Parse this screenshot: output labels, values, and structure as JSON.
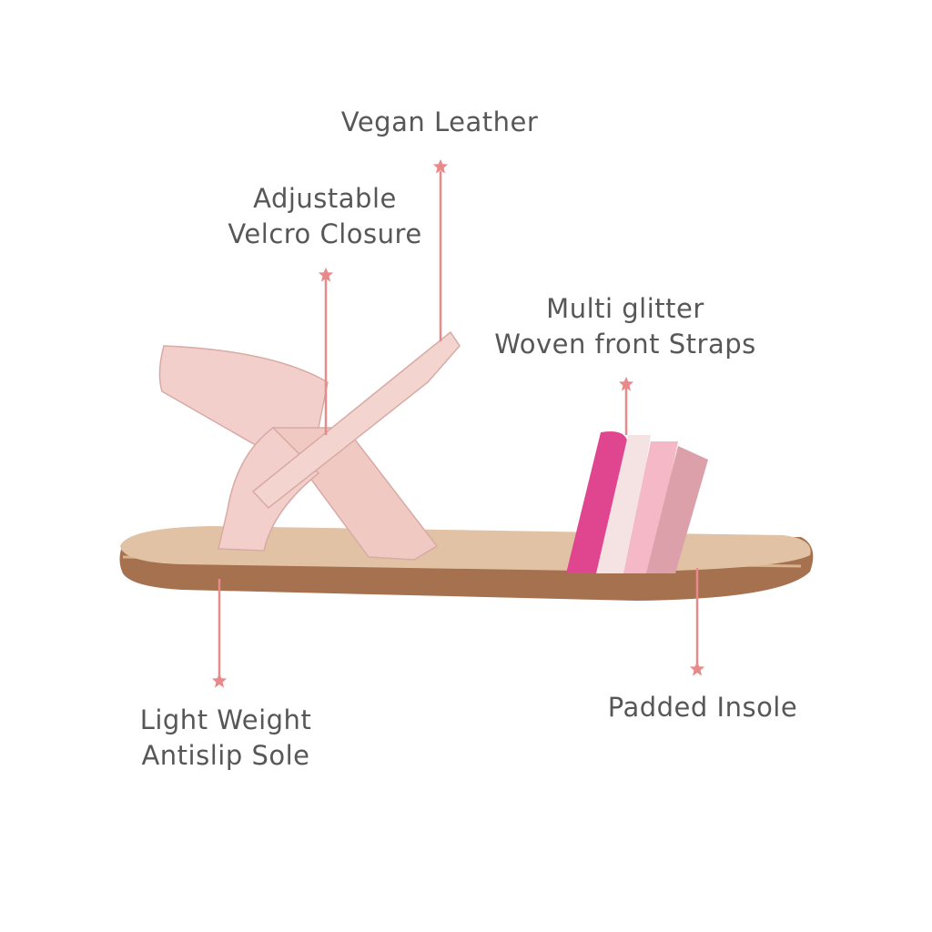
{
  "colors": {
    "text": "#575757",
    "accent": "#e8898a",
    "upper": "#f2cfca",
    "sole": "#a5714f",
    "insole": "#e2c2a4"
  },
  "callouts": [
    {
      "id": "vegan-leather",
      "lines": [
        "Vegan Leather"
      ]
    },
    {
      "id": "velcro",
      "lines": [
        "Adjustable",
        "Velcro Closure"
      ]
    },
    {
      "id": "glitter",
      "lines": [
        "Multi glitter",
        "Woven front Straps"
      ]
    },
    {
      "id": "sole",
      "lines": [
        "Light Weight",
        "Antislip Sole"
      ]
    },
    {
      "id": "insole",
      "lines": [
        "Padded Insole"
      ]
    }
  ]
}
